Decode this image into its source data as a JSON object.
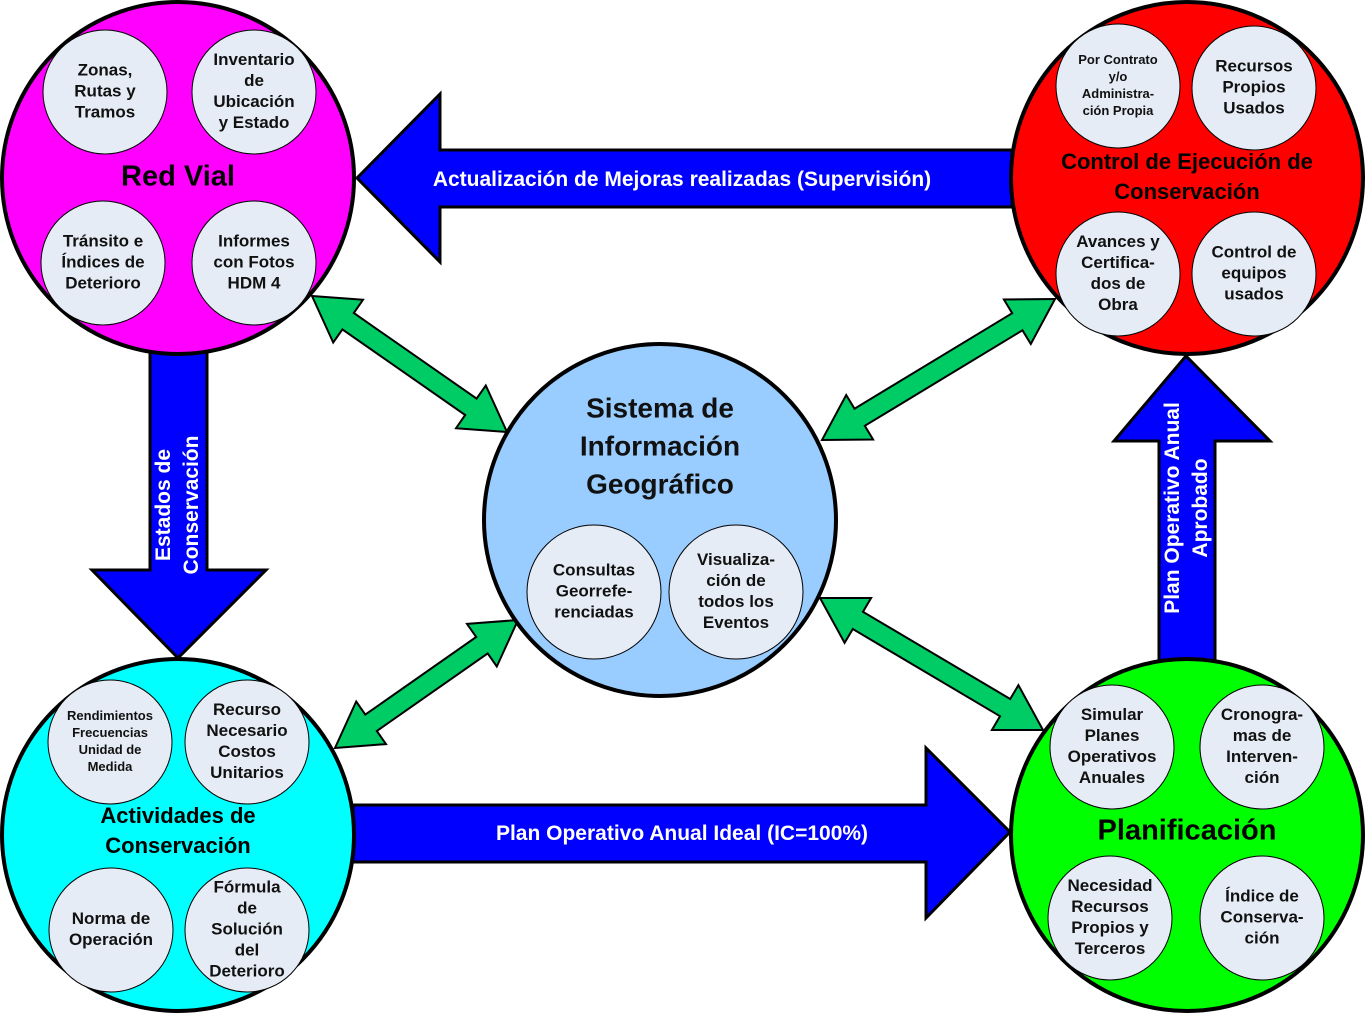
{
  "colors": {
    "red_vial": "#ff00ff",
    "control": "#ff0000",
    "actividades": "#00ffff",
    "planificacion": "#00ff00",
    "sig": "#99ccff",
    "sub_circle": "#e6ecf5",
    "flow_arrow": "#0000ff",
    "link_arrow": "#00cc66"
  },
  "nodes": {
    "red_vial": {
      "title": [
        "Red Vial"
      ],
      "items": [
        [
          "Zonas,",
          "Rutas y",
          "Tramos"
        ],
        [
          "Inventario",
          "de",
          "Ubicación",
          "y Estado"
        ],
        [
          "Tránsito e",
          "Índices de",
          "Deterioro"
        ],
        [
          "Informes",
          "con Fotos",
          "HDM 4"
        ]
      ]
    },
    "control": {
      "title": [
        "Control de Ejecución de",
        "Conservación"
      ],
      "items": [
        [
          "Por Contrato",
          "y/o",
          "Administra-",
          "ción Propia"
        ],
        [
          "Recursos",
          "Propios",
          "Usados"
        ],
        [
          "Avances y",
          "Certifica-",
          "dos de",
          "Obra"
        ],
        [
          "Control de",
          "equipos",
          "usados"
        ]
      ]
    },
    "actividades": {
      "title": [
        "Actividades de",
        "Conservación"
      ],
      "items": [
        [
          "Rendimientos",
          "Frecuencias",
          "Unidad de",
          "Medida"
        ],
        [
          "Recurso",
          "Necesario",
          "Costos",
          "Unitarios"
        ],
        [
          "Norma de",
          "Operación"
        ],
        [
          "Fórmula",
          "de",
          "Solución",
          "del",
          "Deterioro"
        ]
      ]
    },
    "planificacion": {
      "title": [
        "Planificación"
      ],
      "items": [
        [
          "Simular",
          "Planes",
          "Operativos",
          "Anuales"
        ],
        [
          "Cronogra-",
          "mas de",
          "Interven-",
          "ción"
        ],
        [
          "Necesidad",
          "Recursos",
          "Propios y",
          "Terceros"
        ],
        [
          "Índice de",
          "Conserva-",
          "ción"
        ]
      ]
    },
    "sig": {
      "title": [
        "Sistema de",
        "Información",
        "Geográfico"
      ],
      "items": [
        [
          "Consultas",
          "Georrefe-",
          "renciadas"
        ],
        [
          "Visualiza-",
          "ción de",
          "todos los",
          "Eventos"
        ]
      ]
    }
  },
  "arrows": {
    "top": {
      "label": [
        "Actualización de Mejoras realizadas (Supervisión)"
      ],
      "from": "Control de Ejecución de Conservación",
      "to": "Red Vial"
    },
    "left": {
      "label": [
        "Estados de",
        "Conservación"
      ],
      "from": "Red Vial",
      "to": "Actividades de Conservación"
    },
    "bottom": {
      "label": [
        "Plan Operativo Anual Ideal (IC=100%)"
      ],
      "from": "Actividades de Conservación",
      "to": "Planificación"
    },
    "right": {
      "label": [
        "Plan Operativo Anual",
        "Aprobado"
      ],
      "from": "Planificación",
      "to": "Control de Ejecución de Conservación"
    }
  }
}
